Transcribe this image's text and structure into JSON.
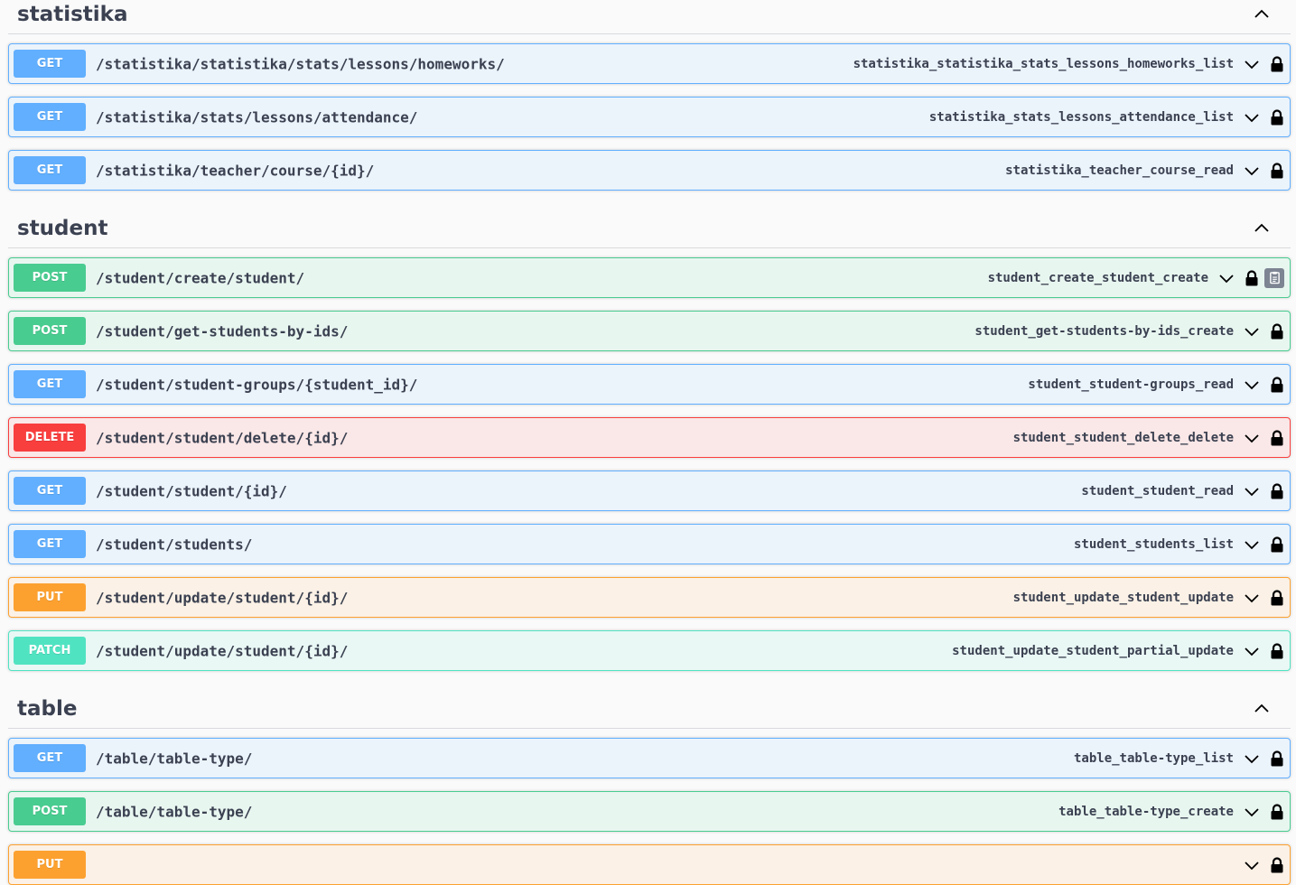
{
  "sections": [
    {
      "title": "statistika",
      "operations": [
        {
          "method": "GET",
          "path": "/statistika/statistika/stats/lessons/homeworks/",
          "operation_id": "statistika_statistika_stats_lessons_homeworks_list"
        },
        {
          "method": "GET",
          "path": "/statistika/stats/lessons/attendance/",
          "operation_id": "statistika_stats_lessons_attendance_list"
        },
        {
          "method": "GET",
          "path": "/statistika/teacher/course/{id}/",
          "operation_id": "statistika_teacher_course_read"
        }
      ]
    },
    {
      "title": "student",
      "operations": [
        {
          "method": "POST",
          "path": "/student/create/student/",
          "operation_id": "student_create_student_create",
          "copy_icon": true
        },
        {
          "method": "POST",
          "path": "/student/get-students-by-ids/",
          "operation_id": "student_get-students-by-ids_create"
        },
        {
          "method": "GET",
          "path": "/student/student-groups/{student_id}/",
          "operation_id": "student_student-groups_read"
        },
        {
          "method": "DELETE",
          "path": "/student/student/delete/{id}/",
          "operation_id": "student_student_delete_delete"
        },
        {
          "method": "GET",
          "path": "/student/student/{id}/",
          "operation_id": "student_student_read"
        },
        {
          "method": "GET",
          "path": "/student/students/",
          "operation_id": "student_students_list"
        },
        {
          "method": "PUT",
          "path": "/student/update/student/{id}/",
          "operation_id": "student_update_student_update"
        },
        {
          "method": "PATCH",
          "path": "/student/update/student/{id}/",
          "operation_id": "student_update_student_partial_update"
        }
      ]
    },
    {
      "title": "table",
      "operations": [
        {
          "method": "GET",
          "path": "/table/table-type/",
          "operation_id": "table_table-type_list"
        },
        {
          "method": "POST",
          "path": "/table/table-type/",
          "operation_id": "table_table-type_create"
        },
        {
          "method": "PUT",
          "path": "",
          "operation_id": ""
        }
      ]
    }
  ],
  "icons": {
    "section_toggle": "chevron-up-icon",
    "operation_toggle": "chevron-down-icon",
    "auth": "lock-icon",
    "copy": "copy-to-clipboard-icon"
  },
  "colors": {
    "GET": "#61affe",
    "POST": "#49cc90",
    "DELETE": "#f93e3e",
    "PUT": "#fca130",
    "PATCH": "#50e3c2"
  }
}
